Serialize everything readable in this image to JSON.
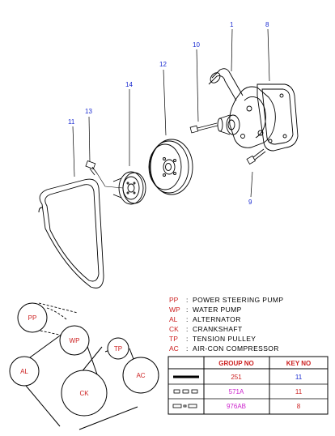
{
  "callouts": [
    {
      "id": "c1",
      "text": "1"
    },
    {
      "id": "c8",
      "text": "8"
    },
    {
      "id": "c9",
      "text": "9"
    },
    {
      "id": "c10",
      "text": "10"
    },
    {
      "id": "c11",
      "text": "11"
    },
    {
      "id": "c12",
      "text": "12"
    },
    {
      "id": "c13",
      "text": "13"
    },
    {
      "id": "c14",
      "text": "14"
    }
  ],
  "pulleys": {
    "pp": "PP",
    "wp": "WP",
    "al": "AL",
    "ck": "CK",
    "tp": "TP",
    "ac": "AC"
  },
  "legend": [
    {
      "code": "PP",
      "sep": ":",
      "desc": "POWER STEERING PUMP"
    },
    {
      "code": "WP",
      "sep": ":",
      "desc": "WATER PUMP"
    },
    {
      "code": "AL",
      "sep": ":",
      "desc": "ALTERNATOR"
    },
    {
      "code": "CK",
      "sep": ":",
      "desc": "CRANKSHAFT"
    },
    {
      "code": "TP",
      "sep": ":",
      "desc": "TENSION PULLEY"
    },
    {
      "code": "AC",
      "sep": ":",
      "desc": "AIR-CON COMPRESSOR"
    }
  ],
  "table": {
    "headers": [
      "GROUP NO",
      "KEY NO"
    ],
    "rows": [
      {
        "group": "251",
        "key": "11",
        "group_color": "#cc1f1f",
        "key_color": "#1a2bd1"
      },
      {
        "group": "571A",
        "key": "11",
        "group_color": "#cc22cc",
        "key_color": "#cc1f1f"
      },
      {
        "group": "976AB",
        "key": "8",
        "group_color": "#cc22cc",
        "key_color": "#cc1f1f"
      }
    ]
  },
  "colors": {
    "callout": "#1a2bd1",
    "label": "#cc1f1f",
    "line": "#000000"
  }
}
